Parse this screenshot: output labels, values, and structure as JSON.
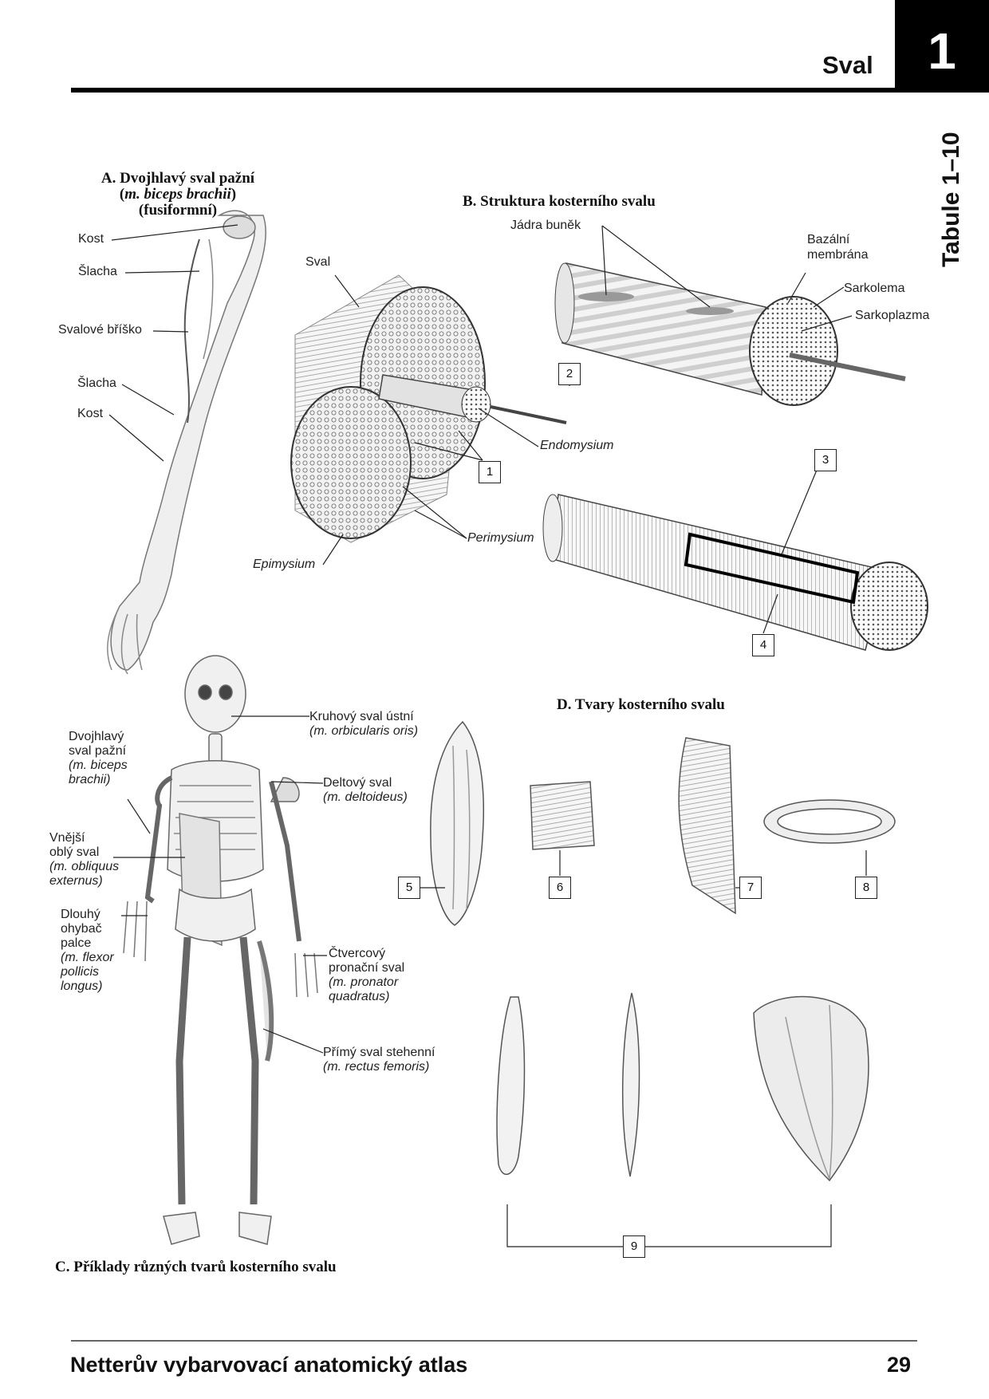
{
  "header": {
    "title": "Sval",
    "chapter": "1",
    "side_tab": "Tabule 1–10"
  },
  "sectionA": {
    "title_line1": "A. Dvojhlavý sval pažní",
    "title_line2_open": "(",
    "title_line2_it": "m. biceps brachii",
    "title_line2_close": ")",
    "title_line3": "(fusiformní)",
    "labels": {
      "kost1": "Kost",
      "slacha1": "Šlacha",
      "bricho": "Svalové bříško",
      "slacha2": "Šlacha",
      "kost2": "Kost"
    }
  },
  "sectionB": {
    "title": "B. Struktura kosterního svalu",
    "labels": {
      "sval": "Sval",
      "jadra": "Jádra buněk",
      "bazalni1": "Bazální",
      "bazalni2": "membrána",
      "sarkolema": "Sarkolema",
      "sarkoplazma": "Sarkoplazma",
      "endomysium": "Endomysium",
      "perimysium": "Perimysium",
      "epimysium": "Epimysium"
    },
    "numbers": [
      "1",
      "2",
      "3",
      "4"
    ]
  },
  "sectionC": {
    "title": "C. Příklady různých tvarů kosterního svalu",
    "labels": {
      "biceps": [
        "Dvojhlavý",
        "sval pažní",
        "(m. biceps",
        "brachii)"
      ],
      "obliquus": [
        "Vnější",
        "oblý sval",
        "(m. obliquus",
        "externus)"
      ],
      "flexor": [
        "Dlouhý",
        "ohybač",
        "palce",
        "(m. flexor",
        "pollicis",
        "longus)"
      ],
      "orbicularis": [
        "Kruhový sval ústní",
        "(m. orbicularis oris)"
      ],
      "deltoideus": [
        "Deltový sval",
        "(m. deltoideus)"
      ],
      "pronator": [
        "Čtvercový",
        "pronační sval",
        "(m. pronator",
        "quadratus)"
      ],
      "rectus": [
        "Přímý sval stehenní",
        "(m. rectus femoris)"
      ]
    }
  },
  "sectionD": {
    "title": "D. Tvary kosterního svalu",
    "numbers": [
      "5",
      "6",
      "7",
      "8",
      "9"
    ]
  },
  "footer": {
    "book": "Netterův vybarvovací anatomický atlas",
    "page": "29"
  }
}
